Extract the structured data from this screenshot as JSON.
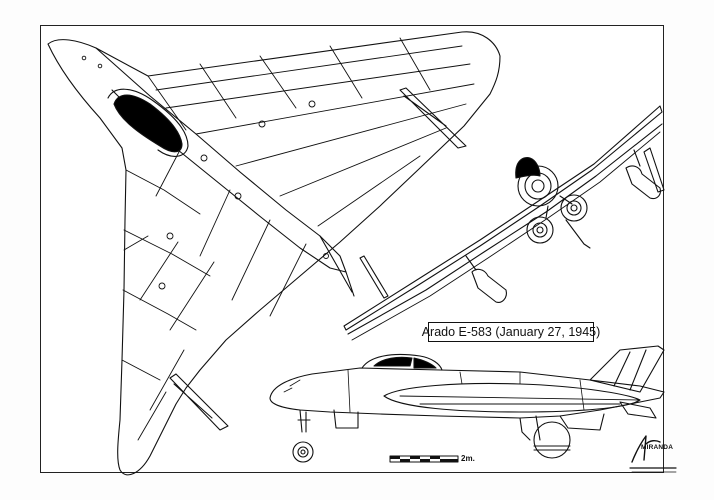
{
  "title": "Arado E-583 (January 27, 1945)",
  "scale": {
    "label": "2m."
  },
  "signature": {
    "text": "MIRANDA"
  },
  "colors": {
    "ink": "#111111",
    "paper": "#ffffff",
    "canopy": "#000000"
  }
}
